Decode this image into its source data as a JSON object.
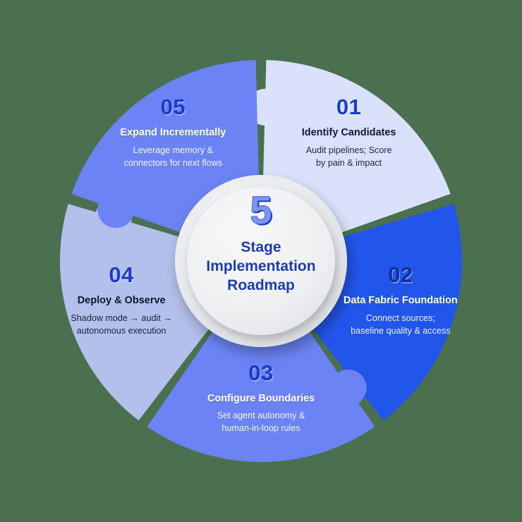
{
  "background_color": "#4a7050",
  "hub": {
    "number": "5",
    "title_line1": "Stage",
    "title_line2": "Implementation",
    "title_line3": "Roadmap",
    "outer_ring_color": "#e5e8ea",
    "inner_circle_color": "#eef0f2",
    "number_color": "#7b93ef",
    "title_color": "#1c3bb0"
  },
  "segments": [
    {
      "id": "01",
      "number": "01",
      "title": "Identify Candidates",
      "desc_line1": "Audit pipelines; Score",
      "desc_line2": "by pain & impact",
      "fill": "#dae2fb",
      "number_color": "#1a3cc8",
      "title_color": "#121b33",
      "desc_color": "#1d2640"
    },
    {
      "id": "02",
      "number": "02",
      "title": "Data Fabric Foundation",
      "desc_line1": "Connect sources;",
      "desc_line2": "baseline quality & access",
      "fill": "#2255ea",
      "number_color": "#12309f",
      "title_color": "#ffffff",
      "desc_color": "#eaf0ff"
    },
    {
      "id": "03",
      "number": "03",
      "title": "Configure Boundaries",
      "desc_line1": "Set agent autonomy &",
      "desc_line2": "human-in-loop rules",
      "fill": "#6b83f5",
      "number_color": "#1a3cc8",
      "title_color": "#ffffff",
      "desc_color": "#f2f5ff"
    },
    {
      "id": "04",
      "number": "04",
      "title": "Deploy & Observe",
      "desc_line1": "Shadow mode → audit →",
      "desc_line2": "autonomous execution",
      "fill": "#b3c0ec",
      "number_color": "#1a3cc8",
      "title_color": "#0f1728",
      "desc_color": "#1a2238"
    },
    {
      "id": "05",
      "number": "05",
      "title": "Expand Incrementally",
      "desc_line1": "Leverage memory &",
      "desc_line2": "connectors for next flows",
      "fill": "#6b83f5",
      "number_color": "#1a3cc8",
      "title_color": "#ffffff",
      "desc_color": "#f2f5ff"
    }
  ]
}
